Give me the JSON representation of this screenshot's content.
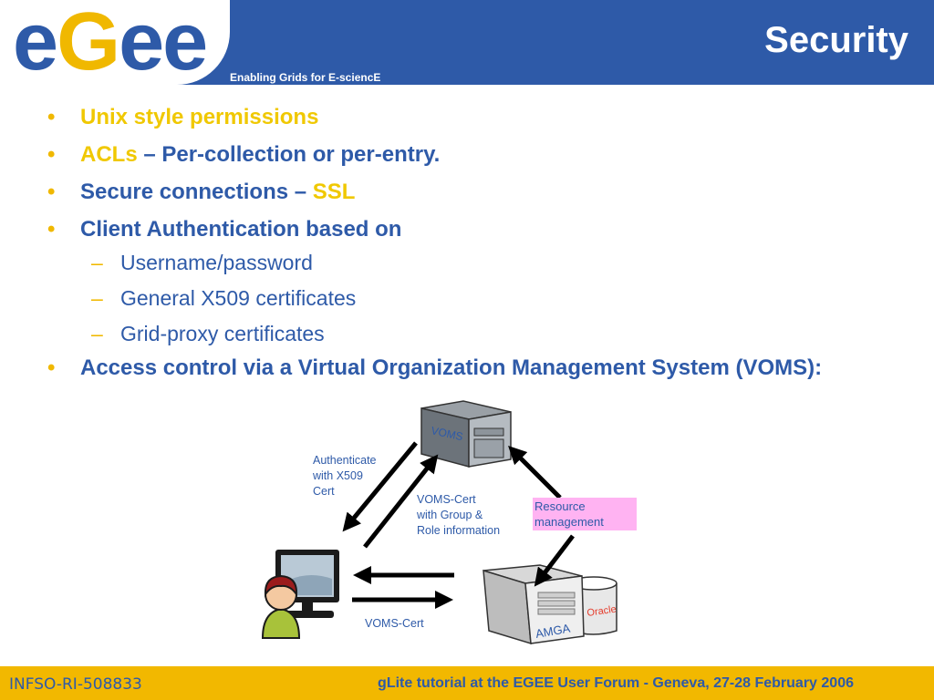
{
  "header": {
    "logo_text": "eGee",
    "tagline": "Enabling Grids for E-sciencE",
    "title": "Security"
  },
  "bullets": [
    {
      "text_a": "Unix style permissions",
      "text_b": "",
      "text_c": ""
    },
    {
      "text_a": "ACLs",
      "text_b": " – Per-collection or per-entry.",
      "text_c": ""
    },
    {
      "text_a": "",
      "text_b": "Secure connections – ",
      "text_c": "SSL"
    },
    {
      "text_a": "",
      "text_b": "Client Authentication based on",
      "text_c": ""
    }
  ],
  "sub_bullets": [
    "Username/password",
    "General X509 certificates",
    "Grid-proxy certificates"
  ],
  "last_bullet": "Access control via a Virtual Organization Management System (VOMS):",
  "diagram": {
    "voms_label": "VOMS",
    "auth_label": [
      "Authenticate",
      "with X509",
      "Cert"
    ],
    "voms_cert_group_label": [
      "VOMS-Cert",
      "with Group &",
      "Role information"
    ],
    "resource_label": [
      "Resource",
      "management"
    ],
    "voms_cert_label": "VOMS-Cert",
    "amga_label": "AMGA",
    "oracle_label": "Oracle"
  },
  "footer": {
    "left": "INFSO-RI-508833",
    "right": "gLite tutorial at the EGEE User Forum - Geneva, 27-28 February 2006"
  },
  "colors": {
    "brand_blue": "#2e5aa8",
    "accent_yellow": "#f0b800",
    "resource_pink": "#ffb3f2"
  }
}
